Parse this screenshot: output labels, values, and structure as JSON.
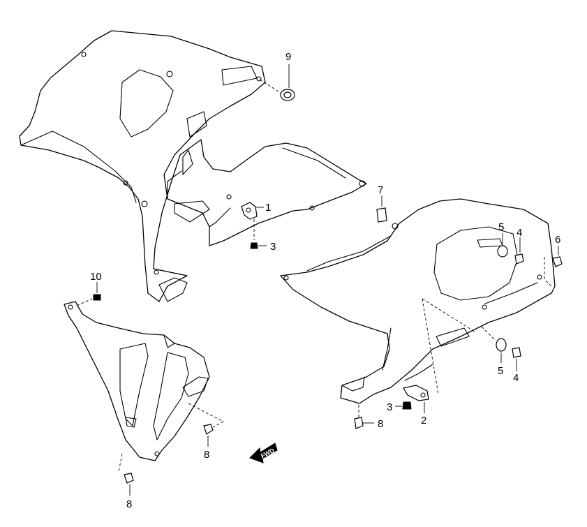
{
  "callouts": {
    "c1": "1",
    "c2": "2",
    "c3a": "3",
    "c3b": "3",
    "c4a": "4",
    "c4b": "4",
    "c5a": "5",
    "c5b": "5",
    "c6": "6",
    "c7": "7",
    "c8a": "8",
    "c8b": "8",
    "c8c": "8",
    "c9": "9",
    "c10": "10"
  },
  "fwd_label": "FWD"
}
